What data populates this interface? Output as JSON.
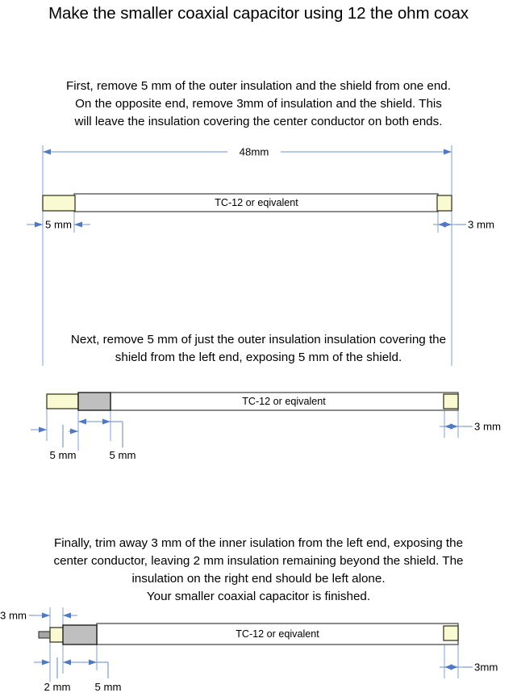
{
  "title": "Make the smaller coaxial capacitor using 12 the ohm coax",
  "steps": [
    {
      "id": "step-1",
      "paragraph": [
        "First, remove 5 mm of the outer insulation and the shield from one end.",
        "On the opposite end, remove 3mm of insulation and the shield. This",
        "will leave the insulation covering the center conductor on both ends."
      ],
      "diagram": {
        "body_label": "TC-12 or eqivalent",
        "overall_dim": "48mm",
        "left_dim": "5 mm",
        "right_dim": "3 mm"
      }
    },
    {
      "id": "step-2",
      "paragraph": [
        "Next, remove 5 mm of just the outer insulation insulation covering the",
        "shield from the left end, exposing 5 mm of the shield."
      ],
      "diagram": {
        "body_label": "TC-12 or eqivalent",
        "left_dim": "5 mm",
        "shield_dim": "5 mm",
        "right_dim": "3 mm"
      }
    },
    {
      "id": "step-3",
      "paragraph": [
        "Finally, trim away 3 mm of the inner isulation from the left end, exposing the",
        "center conductor, leaving 2 mm insulation remaining beyond the shield. The",
        "insulation on the right end should be left alone.",
        "Your smaller coaxial capacitor is finished."
      ],
      "diagram": {
        "body_label": "TC-12 or eqivalent",
        "conductor_dim": "3 mm",
        "insulation_dim": "2 mm",
        "shield_dim": "5 mm",
        "right_dim": "3mm"
      }
    }
  ],
  "colors": {
    "insulation": "#fafad2",
    "shield": "#bfbfbf",
    "conductor": "#a6a6a6",
    "body": "#ffffff",
    "dimension_line": "#6f92d0",
    "outline": "#4d4d4d"
  }
}
